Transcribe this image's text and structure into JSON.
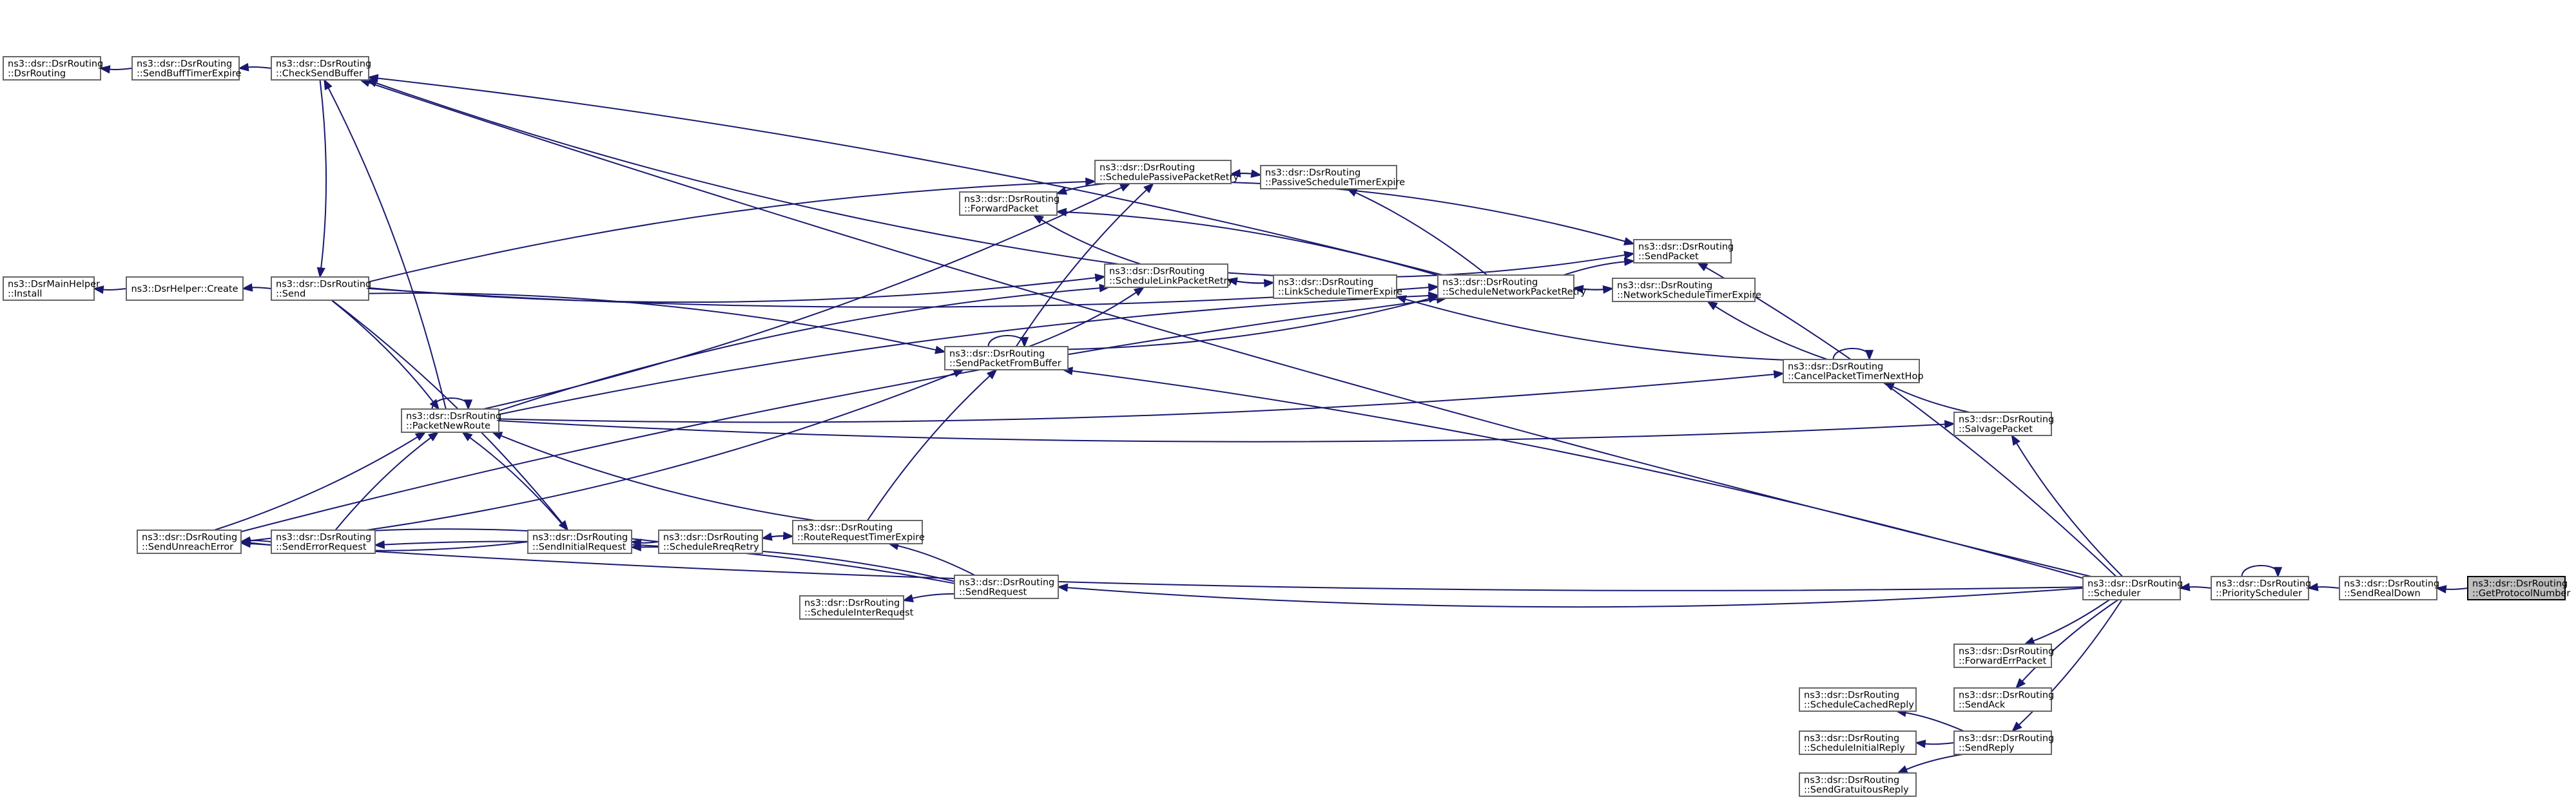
{
  "graph": {
    "title": "",
    "colors": {
      "edge": "#191970",
      "node_border": "#666666",
      "highlight_fill": "#bfbfbf",
      "background": "#ffffff"
    },
    "nodes": [
      {
        "id": "getproto",
        "lines": [
          "ns3::dsr::DsrRouting",
          "::GetProtocolNumber"
        ],
        "highlighted": true
      },
      {
        "id": "sendrealdown",
        "lines": [
          "ns3::dsr::DsrRouting",
          "::SendRealDown"
        ]
      },
      {
        "id": "priosched",
        "lines": [
          "ns3::dsr::DsrRouting",
          "::PriorityScheduler"
        ]
      },
      {
        "id": "scheduler",
        "lines": [
          "ns3::dsr::DsrRouting",
          "::Scheduler"
        ]
      },
      {
        "id": "checksendbuffer",
        "lines": [
          "ns3::dsr::DsrRouting",
          "::CheckSendBuffer"
        ]
      },
      {
        "id": "sendbufftimer",
        "lines": [
          "ns3::dsr::DsrRouting",
          "::SendBuffTimerExpire"
        ]
      },
      {
        "id": "dsrrouting",
        "lines": [
          "ns3::dsr::DsrRouting",
          "::DsrRouting"
        ]
      },
      {
        "id": "schedpassive",
        "lines": [
          "ns3::dsr::DsrRouting",
          "::SchedulePassivePacketRetry"
        ]
      },
      {
        "id": "passivetimer",
        "lines": [
          "ns3::dsr::DsrRouting",
          "::PassiveScheduleTimerExpire"
        ]
      },
      {
        "id": "forwardpacket",
        "lines": [
          "ns3::dsr::DsrRouting",
          "::ForwardPacket"
        ]
      },
      {
        "id": "sendpacket",
        "lines": [
          "ns3::dsr::DsrRouting",
          "::SendPacket"
        ]
      },
      {
        "id": "schedlink",
        "lines": [
          "ns3::dsr::DsrRouting",
          "::ScheduleLinkPacketRetry"
        ]
      },
      {
        "id": "linktimer",
        "lines": [
          "ns3::dsr::DsrRouting",
          "::LinkScheduleTimerExpire"
        ]
      },
      {
        "id": "schednetwork",
        "lines": [
          "ns3::dsr::DsrRouting",
          "::ScheduleNetworkPacketRetry"
        ]
      },
      {
        "id": "nettimer",
        "lines": [
          "ns3::dsr::DsrRouting",
          "::NetworkScheduleTimerExpire"
        ]
      },
      {
        "id": "mainhelper",
        "lines": [
          "ns3::DsrMainHelper",
          "::Install"
        ]
      },
      {
        "id": "helpercreate",
        "lines": [
          "ns3::DsrHelper::Create"
        ]
      },
      {
        "id": "send",
        "lines": [
          "ns3::dsr::DsrRouting",
          "::Send"
        ]
      },
      {
        "id": "sendfrombuffer",
        "lines": [
          "ns3::dsr::DsrRouting",
          "::SendPacketFromBuffer"
        ]
      },
      {
        "id": "canceltimer",
        "lines": [
          "ns3::dsr::DsrRouting",
          "::CancelPacketTimerNextHop"
        ]
      },
      {
        "id": "packetnewroute",
        "lines": [
          "ns3::dsr::DsrRouting",
          "::PacketNewRoute"
        ]
      },
      {
        "id": "salvage",
        "lines": [
          "ns3::dsr::DsrRouting",
          "::SalvagePacket"
        ]
      },
      {
        "id": "sendunreach",
        "lines": [
          "ns3::dsr::DsrRouting",
          "::SendUnreachError"
        ]
      },
      {
        "id": "senderrreq",
        "lines": [
          "ns3::dsr::DsrRouting",
          "::SendErrorRequest"
        ]
      },
      {
        "id": "sendinitreq",
        "lines": [
          "ns3::dsr::DsrRouting",
          "::SendInitialRequest"
        ]
      },
      {
        "id": "schedrreq",
        "lines": [
          "ns3::dsr::DsrRouting",
          "::ScheduleRreqRetry"
        ]
      },
      {
        "id": "rreqtimer",
        "lines": [
          "ns3::dsr::DsrRouting",
          "::RouteRequestTimerExpire"
        ]
      },
      {
        "id": "sendrequest",
        "lines": [
          "ns3::dsr::DsrRouting",
          "::SendRequest"
        ]
      },
      {
        "id": "schedinter",
        "lines": [
          "ns3::dsr::DsrRouting",
          "::ScheduleInterRequest"
        ]
      },
      {
        "id": "fwderr",
        "lines": [
          "ns3::dsr::DsrRouting",
          "::ForwardErrPacket"
        ]
      },
      {
        "id": "sendack",
        "lines": [
          "ns3::dsr::DsrRouting",
          "::SendAck"
        ]
      },
      {
        "id": "schedcached",
        "lines": [
          "ns3::dsr::DsrRouting",
          "::ScheduleCachedReply"
        ]
      },
      {
        "id": "sendreply",
        "lines": [
          "ns3::dsr::DsrRouting",
          "::SendReply"
        ]
      },
      {
        "id": "schedinitial",
        "lines": [
          "ns3::dsr::DsrRouting",
          "::ScheduleInitialReply"
        ]
      },
      {
        "id": "sendgrat",
        "lines": [
          "ns3::dsr::DsrRouting",
          "::SendGratuitousReply"
        ]
      }
    ],
    "edges": [
      {
        "from": "sendrealdown",
        "to": "getproto"
      },
      {
        "from": "priosched",
        "to": "sendrealdown"
      },
      {
        "from": "priosched",
        "to": "priosched"
      },
      {
        "from": "scheduler",
        "to": "priosched"
      },
      {
        "from": "checksendbuffer",
        "to": "scheduler"
      },
      {
        "from": "sendbufftimer",
        "to": "checksendbuffer"
      },
      {
        "from": "dsrrouting",
        "to": "sendbufftimer"
      },
      {
        "from": "checksendbuffer",
        "to": "schednetwork"
      },
      {
        "from": "checksendbuffer",
        "to": "schedlink"
      },
      {
        "from": "checksendbuffer",
        "to": "packetnewroute"
      },
      {
        "from": "send",
        "to": "checksendbuffer"
      },
      {
        "from": "sendpacket",
        "to": "scheduler"
      },
      {
        "from": "sendpacket",
        "to": "schedpassive"
      },
      {
        "from": "sendpacket",
        "to": "schedlink"
      },
      {
        "from": "sendpacket",
        "to": "schednetwork"
      },
      {
        "from": "schedpassive",
        "to": "passivetimer"
      },
      {
        "from": "passivetimer",
        "to": "schedpassive"
      },
      {
        "from": "passivetimer",
        "to": "schednetwork"
      },
      {
        "from": "schedpassive",
        "to": "send"
      },
      {
        "from": "schedpassive",
        "to": "packetnewroute"
      },
      {
        "from": "schedpassive",
        "to": "sendfrombuffer"
      },
      {
        "from": "forwardpacket",
        "to": "schedpassive"
      },
      {
        "from": "forwardpacket",
        "to": "schedlink"
      },
      {
        "from": "forwardpacket",
        "to": "schednetwork"
      },
      {
        "from": "schedlink",
        "to": "linktimer"
      },
      {
        "from": "linktimer",
        "to": "schedlink"
      },
      {
        "from": "linktimer",
        "to": "canceltimer"
      },
      {
        "from": "schedlink",
        "to": "send"
      },
      {
        "from": "schedlink",
        "to": "packetnewroute"
      },
      {
        "from": "schedlink",
        "to": "sendfrombuffer"
      },
      {
        "from": "schednetwork",
        "to": "nettimer"
      },
      {
        "from": "nettimer",
        "to": "schednetwork"
      },
      {
        "from": "nettimer",
        "to": "canceltimer"
      },
      {
        "from": "schednetwork",
        "to": "send"
      },
      {
        "from": "schednetwork",
        "to": "packetnewroute"
      },
      {
        "from": "schednetwork",
        "to": "sendfrombuffer"
      },
      {
        "from": "schednetwork",
        "to": "sendunreach"
      },
      {
        "from": "helpercreate",
        "to": "send"
      },
      {
        "from": "mainhelper",
        "to": "helpercreate"
      },
      {
        "from": "canceltimer",
        "to": "canceltimer"
      },
      {
        "from": "canceltimer",
        "to": "salvage"
      },
      {
        "from": "canceltimer",
        "to": "packetnewroute"
      },
      {
        "from": "salvage",
        "to": "scheduler"
      },
      {
        "from": "salvage",
        "to": "packetnewroute"
      },
      {
        "from": "sendfrombuffer",
        "to": "sendfrombuffer"
      },
      {
        "from": "sendfrombuffer",
        "to": "scheduler"
      },
      {
        "from": "sendfrombuffer",
        "to": "send"
      },
      {
        "from": "sendfrombuffer",
        "to": "senderrreq"
      },
      {
        "from": "sendfrombuffer",
        "to": "rreqtimer"
      },
      {
        "from": "packetnewroute",
        "to": "packetnewroute"
      },
      {
        "from": "packetnewroute",
        "to": "send"
      },
      {
        "from": "packetnewroute",
        "to": "sendunreach"
      },
      {
        "from": "packetnewroute",
        "to": "senderrreq"
      },
      {
        "from": "packetnewroute",
        "to": "sendinitreq"
      },
      {
        "from": "packetnewroute",
        "to": "rreqtimer"
      },
      {
        "from": "sendunreach",
        "to": "senderrreq"
      },
      {
        "from": "sendunreach",
        "to": "sendinitreq"
      },
      {
        "from": "sendunreach",
        "to": "schedrreq"
      },
      {
        "from": "sendunreach",
        "to": "scheduler"
      },
      {
        "from": "senderrreq",
        "to": "sendrequest"
      },
      {
        "from": "sendinitreq",
        "to": "schedrreq"
      },
      {
        "from": "sendinitreq",
        "to": "sendrequest"
      },
      {
        "from": "sendinitreq",
        "to": "send"
      },
      {
        "from": "schedrreq",
        "to": "rreqtimer"
      },
      {
        "from": "rreqtimer",
        "to": "schedrreq"
      },
      {
        "from": "rreqtimer",
        "to": "sendrequest"
      },
      {
        "from": "sendrequest",
        "to": "scheduler"
      },
      {
        "from": "schedinter",
        "to": "sendrequest"
      },
      {
        "from": "fwderr",
        "to": "scheduler"
      },
      {
        "from": "sendack",
        "to": "scheduler"
      },
      {
        "from": "sendreply",
        "to": "scheduler"
      },
      {
        "from": "schedcached",
        "to": "sendreply"
      },
      {
        "from": "schedinitial",
        "to": "sendreply"
      },
      {
        "from": "sendgrat",
        "to": "sendreply"
      }
    ]
  }
}
